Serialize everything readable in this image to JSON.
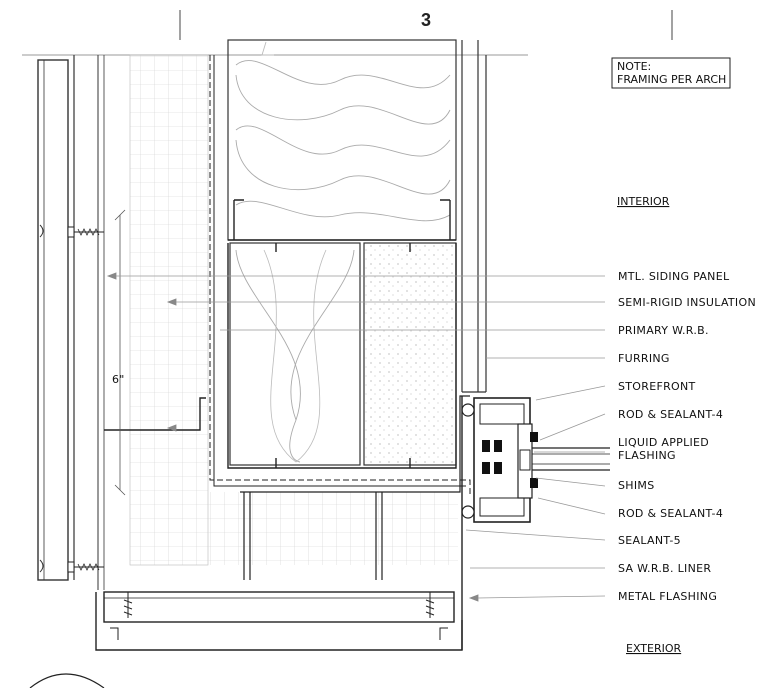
{
  "detail_number": "3",
  "note": {
    "line1": "NOTE:",
    "line2": "FRAMING PER ARCH"
  },
  "interior_label": "INTERIOR",
  "exterior_label": "EXTERIOR",
  "dimension": "6\"",
  "callouts": [
    "MTL. SIDING PANEL",
    "SEMI-RIGID INSULATION",
    "PRIMARY W.R.B.",
    "FURRING",
    "STOREFRONT",
    "ROD & SEALANT-4",
    "LIQUID APPLIED",
    "FLASHING",
    "SHIMS",
    "ROD & SEALANT-4",
    "SEALANT-5",
    "SA W.R.B. LINER",
    "METAL FLASHING"
  ]
}
